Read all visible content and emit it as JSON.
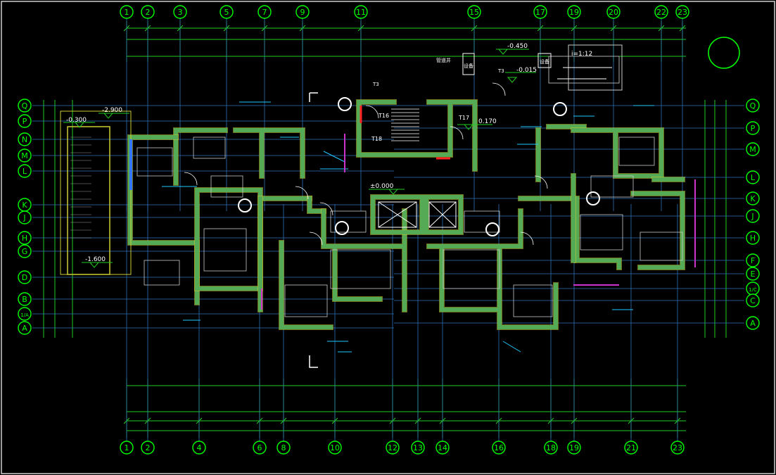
{
  "colors": {
    "background": "#000000",
    "frame": "#d0d0d0",
    "grid_label": "#00ff00",
    "grid_line": "#2f72b8",
    "dimension": "#22cc22",
    "wall": "#55aa55",
    "wall_edge": "#cccc33",
    "dim_text": "#ffffff",
    "annotation": "#22c8ff",
    "accent_red": "#ff2222",
    "accent_magenta": "#cc33cc",
    "accent_blue": "#3377ff"
  },
  "grid": {
    "top_labels": [
      "1",
      "2",
      "3",
      "5",
      "7",
      "9",
      "11",
      "15",
      "17",
      "19",
      "20",
      "22",
      "23"
    ],
    "bottom_labels": [
      "1",
      "2",
      "4",
      "6",
      "8",
      "10",
      "12",
      "13",
      "14",
      "16",
      "18",
      "19",
      "21",
      "23"
    ],
    "left_labels": [
      "Q",
      "P",
      "N",
      "M",
      "L",
      "K",
      "J",
      "H",
      "G",
      "D",
      "B",
      "1/A",
      "A"
    ],
    "right_labels": [
      "Q",
      "P",
      "M",
      "L",
      "K",
      "J",
      "H",
      "F",
      "E",
      "1/C",
      "C",
      "A"
    ]
  },
  "elevations": {
    "e1": "-0.450",
    "e2": "-0.015",
    "e3": "-2.900",
    "e4": "-0.300",
    "e5": "-1.600",
    "e6": "±0.000",
    "e7": "0.170"
  },
  "labels": {
    "slope": "i=1:12",
    "stair_t16": "T16",
    "stair_t17": "T17",
    "stair_t18": "T18",
    "ramp_note": "T3",
    "room_a": "管道井",
    "room_b": "设备",
    "room_c": "设备"
  }
}
